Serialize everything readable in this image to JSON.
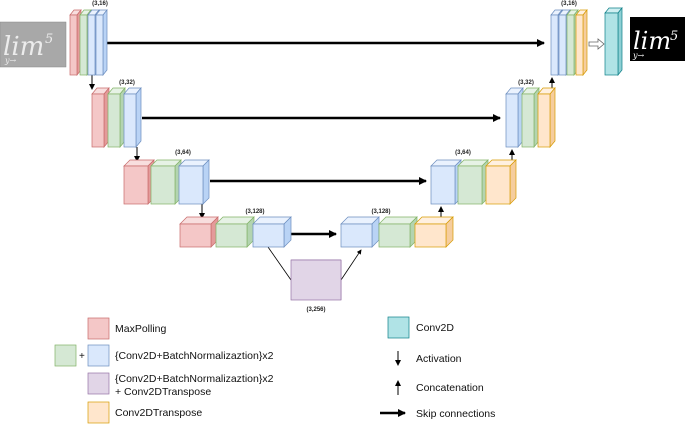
{
  "colors": {
    "maxpool": {
      "front": "#f4c7c7",
      "top": "#f8dede",
      "side": "#e49a9a",
      "stroke": "#c86b6b"
    },
    "conv": {
      "front": "#d5e8d4",
      "top": "#e6f2e5",
      "side": "#b3d4b0",
      "stroke": "#82b366"
    },
    "convbn": {
      "front": "#dae8fc",
      "top": "#eaf2fe",
      "side": "#b9d3f5",
      "stroke": "#6c8ebf"
    },
    "bottleneck": {
      "front": "#e1d5e7",
      "top": "#ece4f0",
      "side": "#cbb8d6",
      "stroke": "#9673a6"
    },
    "transpose": {
      "front": "#ffe6cc",
      "top": "#fff0e0",
      "side": "#f5cd9e",
      "stroke": "#d79b00"
    },
    "conv2d": {
      "front": "#b0e3e6",
      "top": "#cfeff1",
      "side": "#8dcfd4",
      "stroke": "#0e8088"
    },
    "arrow": "#000000"
  },
  "blocks": {
    "enc1": "(3,16)",
    "enc2": "(3,32)",
    "enc3": "(3,64)",
    "enc4": "(3,128)",
    "bottleneck": "(3,256)",
    "dec4": "(3,128)",
    "dec3": "(3,64)",
    "dec2": "(3,32)",
    "dec1": "(3,16)"
  },
  "input_image": {
    "text": "lim",
    "superscript": "5",
    "subscript": "y→"
  },
  "output_image": {
    "text": "lim",
    "superscript": "5",
    "subscript": "y→"
  },
  "legend": {
    "maxpool": "MaxPolling",
    "plus": "+",
    "convbn": "{Conv2D+BatchNormalizaztion}x2",
    "bottleneck_line1": "{Conv2D+BatchNormalizaztion}x2",
    "bottleneck_line2": "+ Conv2DTranspose",
    "transpose": "Conv2DTranspose",
    "conv2d": "Conv2D",
    "activation": "Activation",
    "concatenation": "Concatenation",
    "skip": "Skip connections"
  }
}
